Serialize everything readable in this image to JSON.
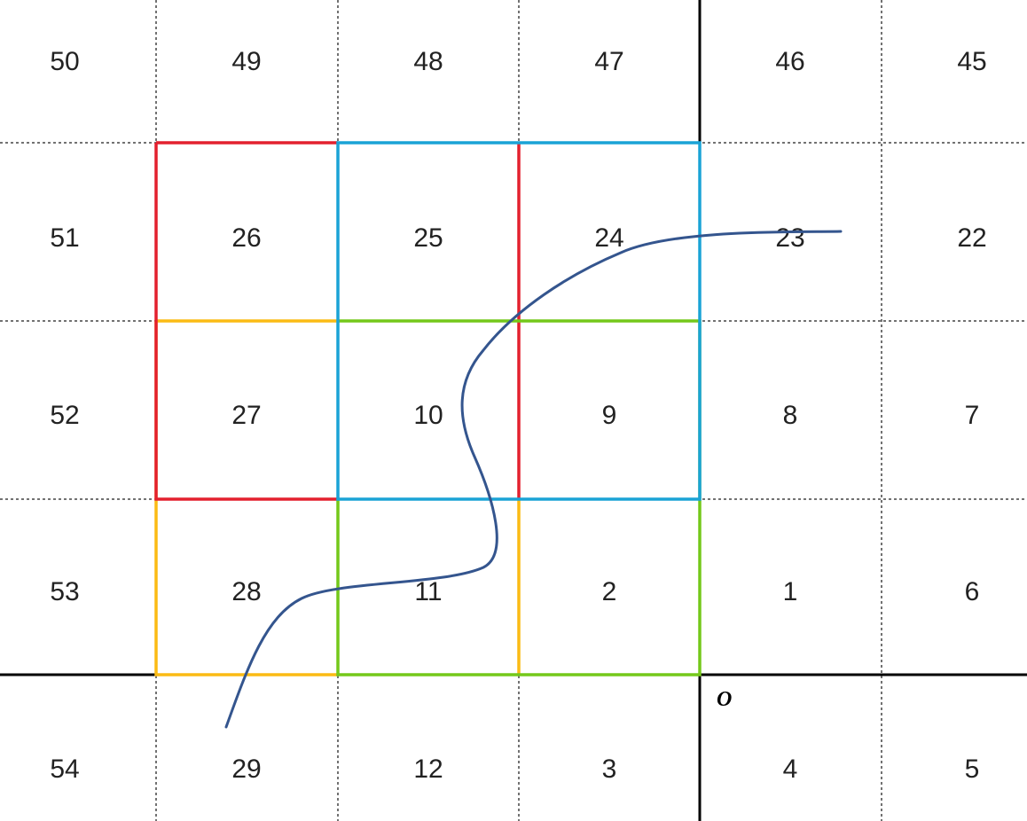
{
  "grid": {
    "rows": [
      [
        "50",
        "49",
        "48",
        "47",
        "46",
        "45"
      ],
      [
        "51",
        "26",
        "25",
        "24",
        "23",
        "22"
      ],
      [
        "52",
        "27",
        "10",
        "9",
        "8",
        "7"
      ],
      [
        "53",
        "28",
        "11",
        "2",
        "1",
        "6"
      ],
      [
        "54",
        "29",
        "12",
        "3",
        "4",
        "5"
      ]
    ]
  },
  "origin_label": "O",
  "colors": {
    "red": "#e3202e",
    "blue": "#1aa3d6",
    "green": "#74c81a",
    "yellow": "#fbbb14",
    "curve": "#34558e",
    "axis": "#000000",
    "grid": "#444444"
  }
}
